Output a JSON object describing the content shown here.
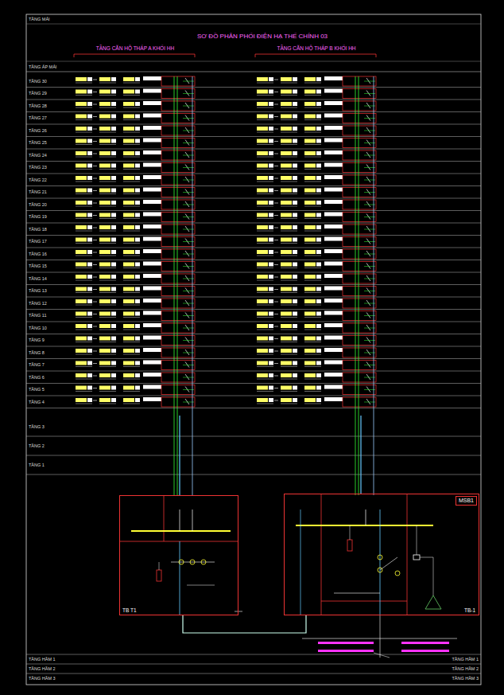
{
  "diagram": {
    "title": "SƠ ĐỒ PHÂN PHỐI ĐIỆN HẠ THẾ CHÍNH 03",
    "nodes": [
      {
        "text": [
          "TẦNG CĂN HỘ THÁP A KHỐI HH"
        ]
      },
      {
        "text": [
          "TẦNG CĂN HỘ THÁP B KHỐI HH"
        ]
      },
      {
        "text": [
          "TB T1"
        ]
      },
      {
        "text": [
          "MSB1",
          "TB-1"
        ]
      }
    ],
    "edges": [
      {
        "from": 2,
        "to": 0,
        "arrow": "none"
      },
      {
        "from": 3,
        "to": 1,
        "arrow": "none"
      },
      {
        "from": 3,
        "to": 2,
        "arrow": "none"
      }
    ],
    "labels": [
      "TẦNG MÁI",
      "TẦNG ÁP MÁI",
      "TẦNG 30",
      "TẦNG 29",
      "TẦNG 28",
      "TẦNG 27",
      "TẦNG 26",
      "TẦNG 25",
      "TẦNG 24",
      "TẦNG 23",
      "TẦNG 22",
      "TẦNG 21",
      "TẦNG 20",
      "TẦNG 19",
      "TẦNG 18",
      "TẦNG 17",
      "TẦNG 16",
      "TẦNG 15",
      "TẦNG 14",
      "TẦNG 13",
      "TẦNG 12",
      "TẦNG 11",
      "TẦNG 10",
      "TẦNG 9",
      "TẦNG 8",
      "TẦNG 7",
      "TẦNG 6",
      "TẦNG 5",
      "TẦNG 4",
      "TẦNG 3",
      "TẦNG 2",
      "TẦNG 1",
      "TẦNG HẦM 1",
      "TẦNG HẦM 1",
      "TẦNG HẦM 2",
      "TẦNG HẦM 2",
      "TẦNG HẦM 3",
      "TẦNG HẦM 3"
    ]
  }
}
